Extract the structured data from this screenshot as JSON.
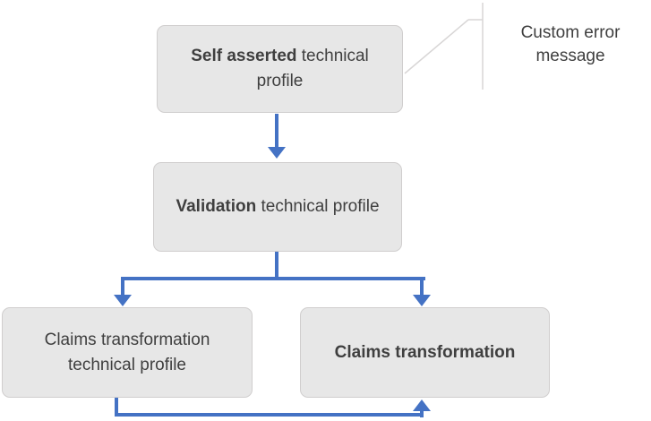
{
  "diagram": {
    "nodes": [
      {
        "id": "self-asserted",
        "bold_text": "Self asserted",
        "regular_text": " technical profile"
      },
      {
        "id": "validation",
        "bold_text": "Validation",
        "regular_text": " technical profile"
      },
      {
        "id": "claims-transformation-technical-profile",
        "bold_text": "",
        "regular_text": "Claims transformation technical profile"
      },
      {
        "id": "claims-transformation",
        "bold_text": "Claims transformation",
        "regular_text": ""
      }
    ],
    "edges": [
      {
        "from": "self-asserted",
        "to": "validation"
      },
      {
        "from": "validation",
        "to": "claims-transformation-technical-profile"
      },
      {
        "from": "validation",
        "to": "claims-transformation"
      },
      {
        "from": "claims-transformation-technical-profile",
        "to": "claims-transformation"
      }
    ],
    "callout": {
      "text": "Custom error message",
      "attached_to": "self-asserted"
    },
    "colors": {
      "arrow_blue": "#4472c4",
      "node_fill": "#e7e7e7",
      "node_border": "#d0cece",
      "text_color": "#3f3f3f",
      "callout_line": "#d8d6d6"
    }
  }
}
